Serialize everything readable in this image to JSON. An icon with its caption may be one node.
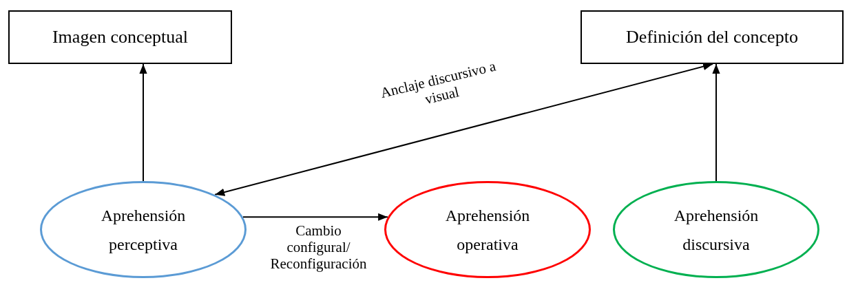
{
  "diagram": {
    "nodes": [
      {
        "text": [
          "Imagen conceptual"
        ]
      },
      {
        "text": [
          "Definición del concepto"
        ]
      },
      {
        "text": [
          "Aprehensión perceptiva"
        ]
      },
      {
        "text": [
          "Aprehensión operativa"
        ]
      },
      {
        "text": [
          "Aprehensión discursiva"
        ]
      }
    ],
    "edges": [
      {
        "from": 2,
        "to": 0,
        "arrow": "to"
      },
      {
        "from": 1,
        "to": 2,
        "arrow": "both",
        "label": "Anclaje discursivo a visual"
      },
      {
        "from": 2,
        "to": 3,
        "arrow": "to",
        "label": "Cambio configural/ Reconfiguración"
      },
      {
        "from": 4,
        "to": 1,
        "arrow": "to"
      }
    ]
  }
}
